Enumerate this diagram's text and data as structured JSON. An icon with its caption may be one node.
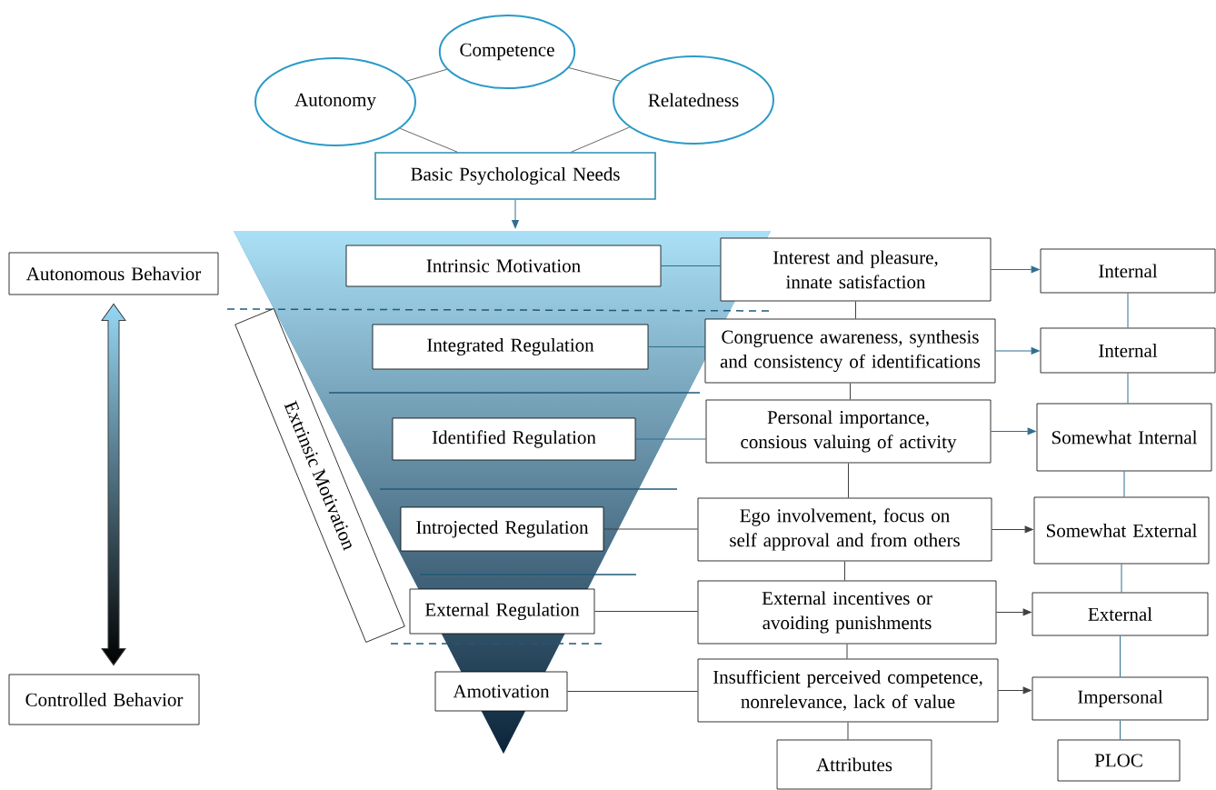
{
  "diagram": {
    "nodes": [
      {
        "text": [
          "Competence"
        ]
      },
      {
        "text": [
          "Autonomy"
        ]
      },
      {
        "text": [
          "Relatedness"
        ]
      },
      {
        "text": [
          "Basic Psychological Needs"
        ]
      },
      {
        "text": [
          "Autonomous Behavior"
        ]
      },
      {
        "text": [
          "Controlled Behavior"
        ]
      },
      {
        "text": [
          "Extrinsic Motivation"
        ]
      },
      {
        "text": [
          "Intrinsic Motivation"
        ]
      },
      {
        "text": [
          "Integrated Regulation"
        ]
      },
      {
        "text": [
          "Identified Regulation"
        ]
      },
      {
        "text": [
          "Introjected Regulation"
        ]
      },
      {
        "text": [
          "External Regulation"
        ]
      },
      {
        "text": [
          "Amotivation"
        ]
      },
      {
        "text": [
          "Interest and pleasure, innate satisfaction"
        ]
      },
      {
        "text": [
          "Congruence awareness, synthesis and consistency of identifications"
        ]
      },
      {
        "text": [
          "Personal importance, consious valuing of activity"
        ]
      },
      {
        "text": [
          "Ego involvement, focus on self approval and from others"
        ]
      },
      {
        "text": [
          "External incentives or avoiding punishments"
        ]
      },
      {
        "text": [
          "Insufficient perceived competence, nonrelevance, lack of value"
        ]
      },
      {
        "text": [
          "Attributes"
        ]
      },
      {
        "text": [
          "Internal"
        ]
      },
      {
        "text": [
          "Internal"
        ]
      },
      {
        "text": [
          "Somewhat Internal"
        ]
      },
      {
        "text": [
          "Somewhat External"
        ]
      },
      {
        "text": [
          "External"
        ]
      },
      {
        "text": [
          "Impersonal"
        ]
      },
      {
        "text": [
          "PLOC"
        ]
      }
    ],
    "edges": [
      {
        "from": 0,
        "to": 1,
        "arrow": "none"
      },
      {
        "from": 0,
        "to": 2,
        "arrow": "none"
      },
      {
        "from": 1,
        "to": 3,
        "arrow": "none"
      },
      {
        "from": 2,
        "to": 3,
        "arrow": "none"
      },
      {
        "from": 3,
        "to": null,
        "arrow": "to",
        "color": "#2f6f8f"
      },
      {
        "from": 4,
        "to": 5,
        "arrow": "both",
        "style": "thick"
      },
      {
        "from": 7,
        "to": 13,
        "arrow": "none",
        "color": "#2f6f8f"
      },
      {
        "from": 8,
        "to": 14,
        "arrow": "none",
        "color": "#2f6f8f"
      },
      {
        "from": 9,
        "to": 15,
        "arrow": "none",
        "color": "#2f6f8f"
      },
      {
        "from": 10,
        "to": 16,
        "arrow": "none"
      },
      {
        "from": 11,
        "to": 17,
        "arrow": "none"
      },
      {
        "from": 12,
        "to": 18,
        "arrow": "none"
      },
      {
        "from": 13,
        "to": 20,
        "arrow": "to",
        "color": "#2f6f8f"
      },
      {
        "from": 14,
        "to": 21,
        "arrow": "to",
        "color": "#2f6f8f"
      },
      {
        "from": 15,
        "to": 22,
        "arrow": "to",
        "color": "#2f6f8f"
      },
      {
        "from": 16,
        "to": 23,
        "arrow": "to"
      },
      {
        "from": 17,
        "to": 24,
        "arrow": "to"
      },
      {
        "from": 18,
        "to": 25,
        "arrow": "to"
      },
      {
        "from": 13,
        "to": 14,
        "arrow": "none"
      },
      {
        "from": 14,
        "to": 15,
        "arrow": "none"
      },
      {
        "from": 15,
        "to": 16,
        "arrow": "none"
      },
      {
        "from": 16,
        "to": 17,
        "arrow": "none"
      },
      {
        "from": 17,
        "to": 18,
        "arrow": "none"
      },
      {
        "from": 18,
        "to": 19,
        "arrow": "none"
      },
      {
        "from": 20,
        "to": 21,
        "arrow": "none",
        "color": "#2f6f8f"
      },
      {
        "from": 21,
        "to": 22,
        "arrow": "none",
        "color": "#2f6f8f"
      },
      {
        "from": 22,
        "to": 23,
        "arrow": "none",
        "color": "#2f6f8f"
      },
      {
        "from": 23,
        "to": 24,
        "arrow": "none",
        "color": "#2f6f8f"
      },
      {
        "from": 24,
        "to": 25,
        "arrow": "none",
        "color": "#2f6f8f"
      },
      {
        "from": 25,
        "to": 26,
        "arrow": "none",
        "color": "#2f6f8f"
      }
    ]
  }
}
